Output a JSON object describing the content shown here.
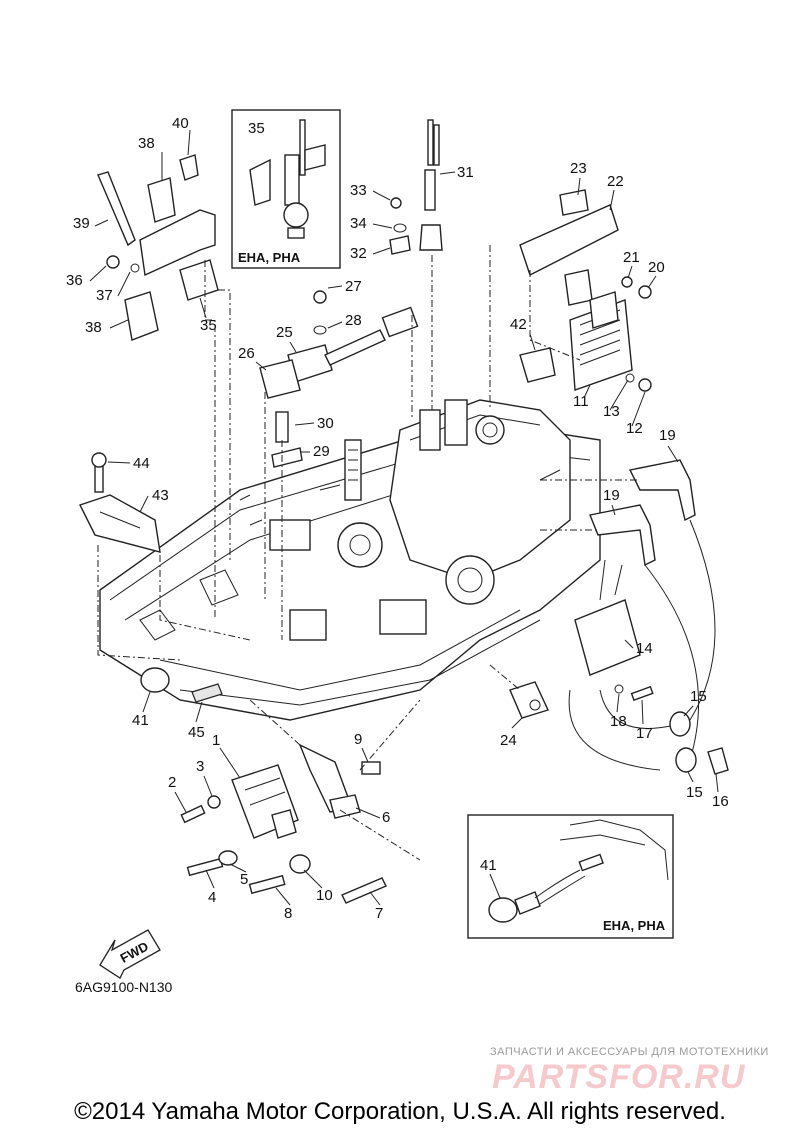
{
  "callouts": {
    "c1": "1",
    "c2": "2",
    "c3": "3",
    "c4": "4",
    "c5": "5",
    "c6": "6",
    "c7": "7",
    "c8": "8",
    "c9": "9",
    "c10": "10",
    "c11": "11",
    "c12": "12",
    "c13": "13",
    "c14": "14",
    "c15a": "15",
    "c15b": "15",
    "c16": "16",
    "c17": "17",
    "c18": "18",
    "c19a": "19",
    "c19b": "19",
    "c20": "20",
    "c21": "21",
    "c22": "22",
    "c23": "23",
    "c24": "24",
    "c25": "25",
    "c26": "26",
    "c27": "27",
    "c28": "28",
    "c29": "29",
    "c30": "30",
    "c31": "31",
    "c32": "32",
    "c33": "33",
    "c34": "34",
    "c35a": "35",
    "c35b": "35",
    "c36": "36",
    "c37": "37",
    "c38a": "38",
    "c38b": "38",
    "c39": "39",
    "c40": "40",
    "c41a": "41",
    "c41b": "41",
    "c42": "42",
    "c43": "43",
    "c44": "44",
    "c45": "45"
  },
  "inset_top": {
    "label": "EHA, PHA"
  },
  "inset_bottom": {
    "label": "EHA, PHA"
  },
  "fwd_marker": {
    "label": "FWD"
  },
  "diagram_code": "6AG9100-N130",
  "watermark": {
    "tagline": "ЗАПЧАСТИ И АКСЕССУАРЫ ДЛЯ МОТОТЕХНИКИ",
    "logo": "PARTSFOR.RU"
  },
  "footer": {
    "copyright": "©2014 Yamaha Motor Corporation, U.S.A. All rights reserved."
  },
  "colors": {
    "line": "#222222",
    "watermark_logo": "#f6c9cc",
    "watermark_text": "#9a9a9a"
  }
}
